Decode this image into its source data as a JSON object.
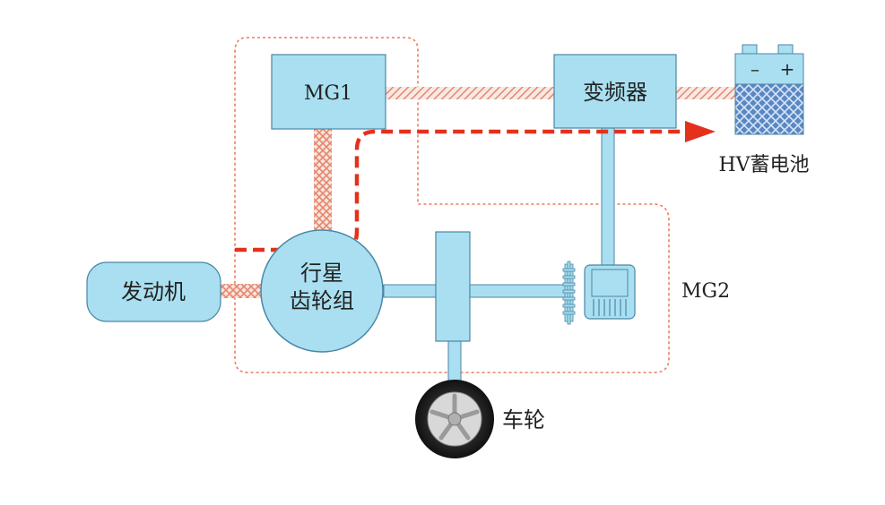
{
  "components": {
    "mg1": "MG1",
    "inverter": "变频器",
    "battery": "HV蓄电池",
    "battery_minus": "–",
    "battery_plus": "+",
    "engine": "发动机",
    "planetary_line1": "行星",
    "planetary_line2": "齿轮组",
    "mg2": "MG2",
    "wheel": "车轮"
  },
  "colors": {
    "component_fill": "#a9dff0",
    "component_stroke": "#4a87a6",
    "energy_flow_arrow": "#e3311c",
    "region_outline": "#ef7a5b",
    "hv_cable_hatch": "#e8856c"
  }
}
